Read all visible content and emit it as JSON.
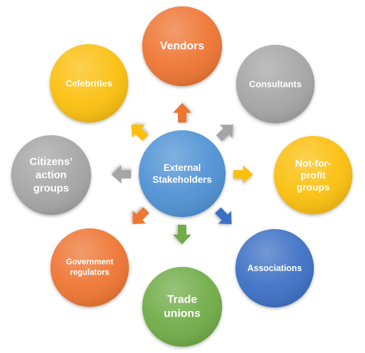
{
  "diagram": {
    "center": {
      "lines": [
        "External",
        "Stakeholders"
      ],
      "color": "#4f92d4"
    },
    "nodes": [
      {
        "id": "vendors",
        "lines": [
          "Vendors"
        ],
        "color": "#ee7431",
        "arrow_color": "#ee7431"
      },
      {
        "id": "consultants",
        "lines": [
          "Consultants"
        ],
        "color": "#a5a5a5",
        "arrow_color": "#a5a5a5"
      },
      {
        "id": "not-for-profit-groups",
        "lines": [
          "Not-for-",
          "profit",
          "groups"
        ],
        "color": "#fbbf10",
        "arrow_color": "#fbbf10"
      },
      {
        "id": "associations",
        "lines": [
          "Associations"
        ],
        "color": "#3d70c4",
        "arrow_color": "#3d70c4"
      },
      {
        "id": "trade-unions",
        "lines": [
          "Trade",
          "unions"
        ],
        "color": "#6fac46",
        "arrow_color": "#6fac46"
      },
      {
        "id": "government-regulators",
        "lines": [
          "Government",
          "regulators"
        ],
        "color": "#ee7431",
        "arrow_color": "#ee7431"
      },
      {
        "id": "citizens-action-groups",
        "lines": [
          "Citizens’",
          "action",
          "groups"
        ],
        "color": "#a5a5a5",
        "arrow_color": "#a5a5a5"
      },
      {
        "id": "celebrities",
        "lines": [
          "Celebrities"
        ],
        "color": "#fbbf10",
        "arrow_color": "#fbbf10"
      }
    ]
  }
}
